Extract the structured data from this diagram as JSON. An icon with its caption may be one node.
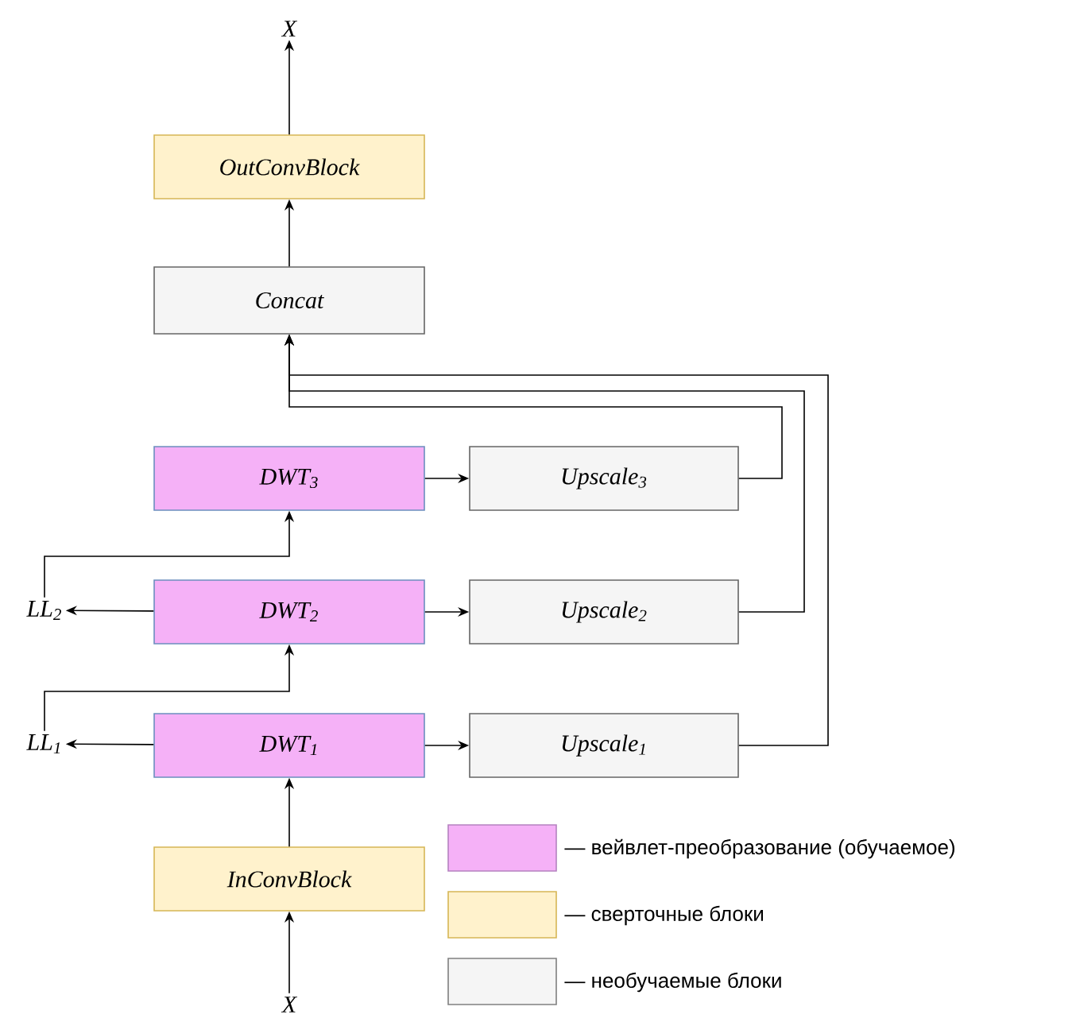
{
  "diagram": {
    "nodes": [
      {
        "text": [
          "X"
        ]
      },
      {
        "text": [
          "OutConvBlock"
        ]
      },
      {
        "text": [
          "Concat"
        ]
      },
      {
        "text": [
          "DWT$_{3}$"
        ]
      },
      {
        "text": [
          "Upscale$_{3}$"
        ]
      },
      {
        "text": [
          "LL$_{2}$"
        ]
      },
      {
        "text": [
          "DWT$_{2}$"
        ]
      },
      {
        "text": [
          "Upscale$_{2}$"
        ]
      },
      {
        "text": [
          "LL$_{1}$"
        ]
      },
      {
        "text": [
          "DWT$_{1}$"
        ]
      },
      {
        "text": [
          "Upscale$_{1}$"
        ]
      },
      {
        "text": [
          "InConvBlock"
        ]
      },
      {
        "text": [
          "X"
        ]
      }
    ],
    "edges": [
      {
        "from": 12,
        "to": 11,
        "arrow": "to"
      },
      {
        "from": 11,
        "to": 9,
        "arrow": "to"
      },
      {
        "from": 9,
        "to": 10,
        "arrow": "to"
      },
      {
        "from": 9,
        "to": 8,
        "arrow": "to"
      },
      {
        "from": 8,
        "to": 6,
        "arrow": "to"
      },
      {
        "from": 6,
        "to": 7,
        "arrow": "to"
      },
      {
        "from": 6,
        "to": 5,
        "arrow": "to"
      },
      {
        "from": 5,
        "to": 3,
        "arrow": "to"
      },
      {
        "from": 3,
        "to": 4,
        "arrow": "to"
      },
      {
        "from": 10,
        "to": 2,
        "arrow": "to"
      },
      {
        "from": 7,
        "to": 2,
        "arrow": "to"
      },
      {
        "from": 4,
        "to": 2,
        "arrow": "to"
      },
      {
        "from": 2,
        "to": 1,
        "arrow": "to"
      },
      {
        "from": 1,
        "to": 0,
        "arrow": "to"
      }
    ],
    "legend": [
      {
        "text": "— вейвлет-преобразование (обучаемое)",
        "color": "#f5b1f7"
      },
      {
        "text": "— сверточные блоки",
        "color": "#fff2cc"
      },
      {
        "text": "— необучаемые блоки",
        "color": "#f5f5f5"
      }
    ]
  }
}
